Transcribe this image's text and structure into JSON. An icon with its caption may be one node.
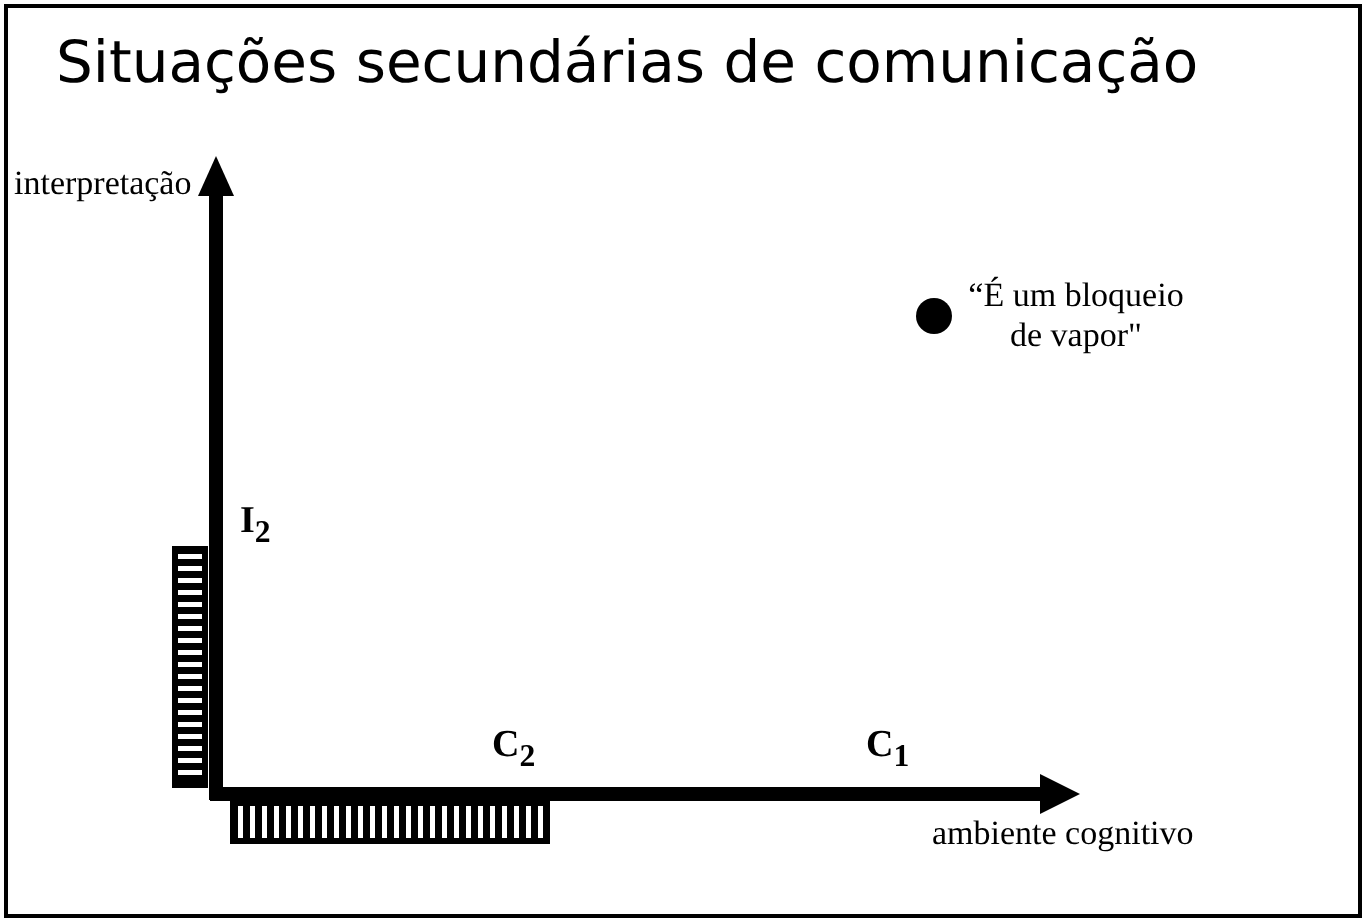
{
  "diagram": {
    "title": "Situações secundárias de comunicação",
    "labels": [
      "interpretação",
      "I$_{2}$",
      "C$_{2}$",
      "C$_{1}$",
      "ambiente cognitivo",
      "“É um bloqueio de vapor\""
    ]
  }
}
